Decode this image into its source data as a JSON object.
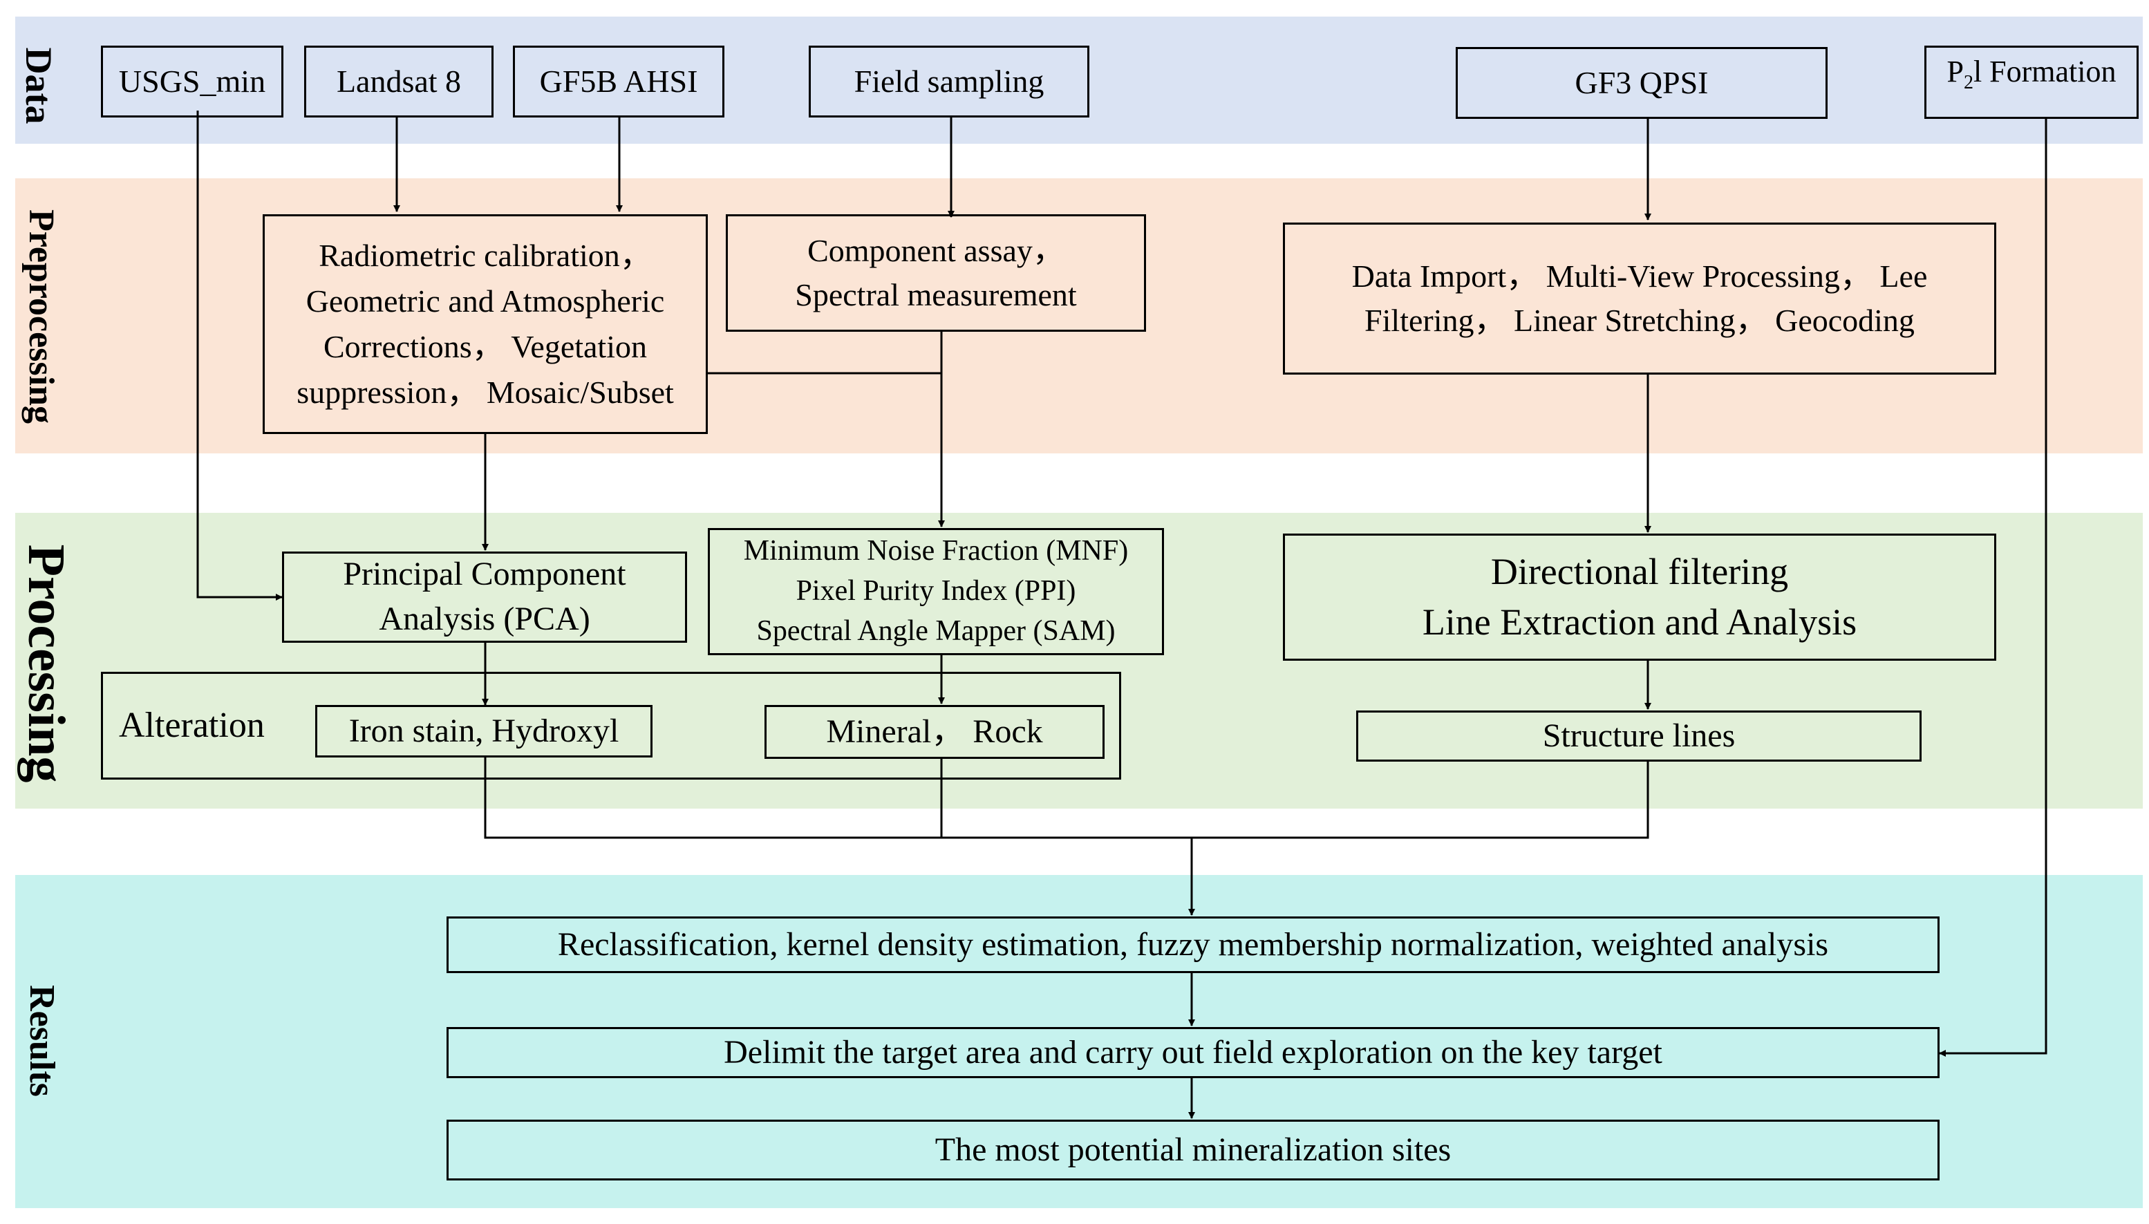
{
  "bands": {
    "data": {
      "label": "Data",
      "color": "#dae3f3"
    },
    "preprocessing": {
      "label": "Preprocessing",
      "color": "#fbe5d6"
    },
    "processing": {
      "label": "Processing",
      "color": "#e2f0d9"
    },
    "results": {
      "label": "Results",
      "color": "#c6f2ee"
    }
  },
  "data_sources": {
    "usgs": "USGS_min",
    "landsat": "Landsat 8",
    "gf5b": "GF5B AHSI",
    "field": "Field sampling",
    "gf3": "GF3 QPSI",
    "p2l": {
      "main": "P",
      "sub": "2",
      "rest": "l Formation"
    }
  },
  "preprocessing": {
    "radiometric": [
      "Radiometric calibration，",
      "Geometric and Atmospheric",
      "Corrections， Vegetation",
      "suppression， Mosaic/Subset"
    ],
    "component": [
      "Component assay，",
      "Spectral measurement"
    ],
    "sar": [
      "Data Import， Multi-View Processing， Lee",
      "Filtering， Linear Stretching， Geocoding"
    ]
  },
  "processing": {
    "pca": [
      "Principal Component",
      "Analysis (PCA)"
    ],
    "mnf": [
      "Minimum Noise Fraction (MNF)",
      "Pixel Purity Index (PPI)",
      "Spectral Angle Mapper (SAM)"
    ],
    "directional": [
      "Directional filtering",
      "Line Extraction and Analysis"
    ],
    "alteration_label": "Alteration",
    "iron": "Iron stain, Hydroxyl",
    "mineral": "Mineral， Rock",
    "structure": "Structure lines"
  },
  "results": {
    "reclass": "Reclassification, kernel density estimation, fuzzy membership normalization, weighted analysis",
    "delimit": "Delimit the target area and carry out field exploration on the key target",
    "sites": "The most potential mineralization sites"
  }
}
